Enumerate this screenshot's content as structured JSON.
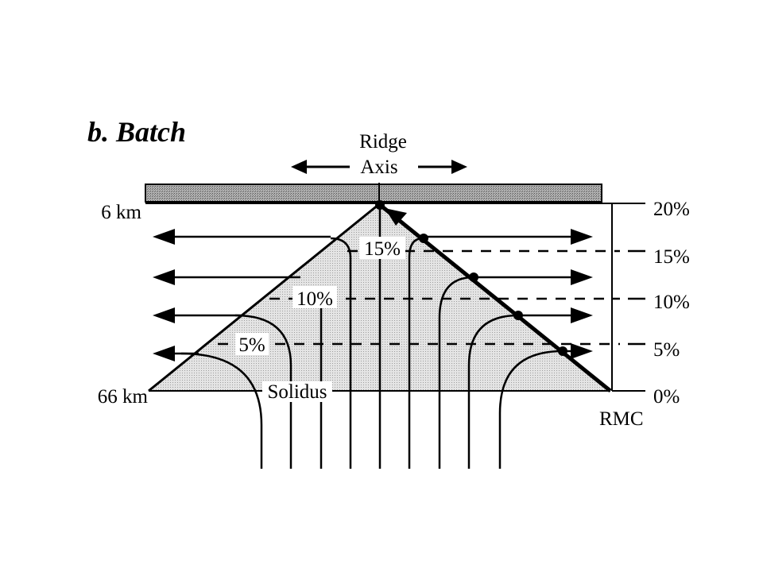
{
  "title": "b.  Batch",
  "ridge_axis_line1": "Ridge",
  "ridge_axis_line2": "Axis",
  "depth_top": "6 km",
  "depth_bottom": "66 km",
  "solidus_label": "Solidus",
  "rmc_label": "RMC",
  "contours": [
    {
      "percent": "15%"
    },
    {
      "percent": "10%"
    },
    {
      "percent": "5%"
    }
  ],
  "scale_ticks": [
    "20%",
    "15%",
    "10%",
    "5%",
    "0%"
  ],
  "colors": {
    "stroke": "#000000",
    "melt_region": "#dcdcdc",
    "lid": "#9a9a9a"
  }
}
